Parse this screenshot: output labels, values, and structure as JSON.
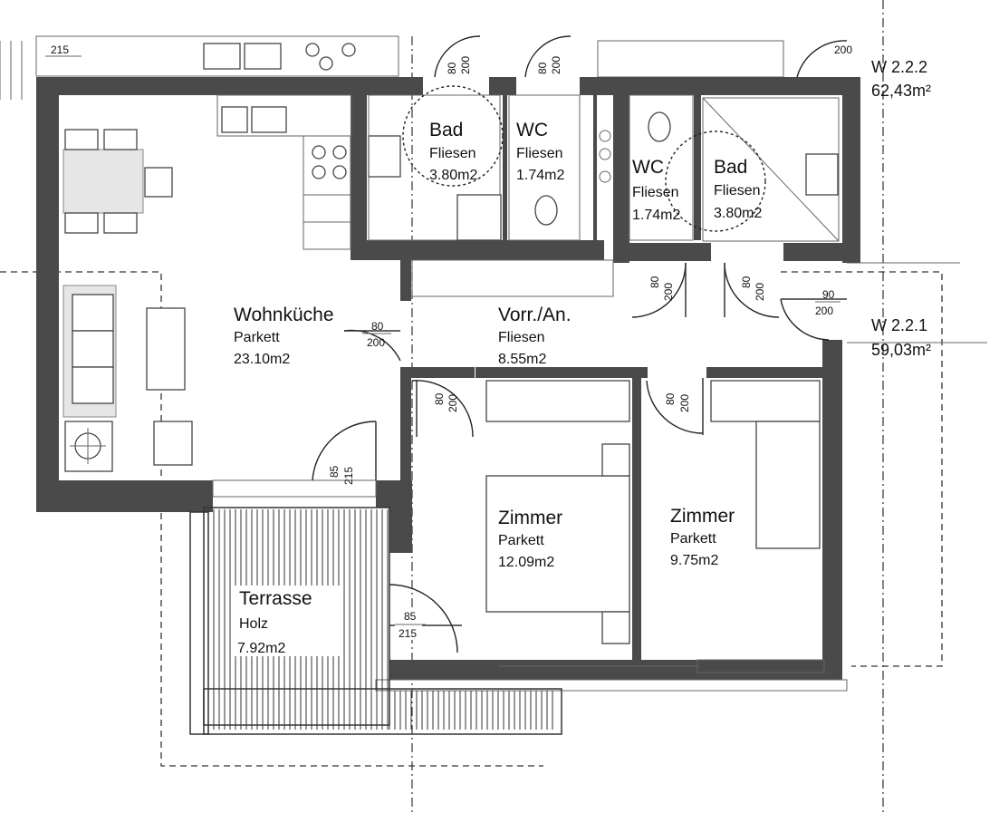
{
  "rooms": [
    {
      "name": "Wohnküche",
      "floor": "Parkett",
      "area": "23.10m2"
    },
    {
      "name": "Vorr./An.",
      "floor": "Fliesen",
      "area": "8.55m2"
    },
    {
      "name": "Bad",
      "floor": "Fliesen",
      "area": "3.80m2"
    },
    {
      "name": "WC",
      "floor": "Fliesen",
      "area": "1.74m2"
    },
    {
      "name": "WC",
      "floor": "Fliesen",
      "area": "1.74m2"
    },
    {
      "name": "Bad",
      "floor": "Fliesen",
      "area": "3.80m2"
    },
    {
      "name": "Zimmer",
      "floor": "Parkett",
      "area": "12.09m2"
    },
    {
      "name": "Zimmer",
      "floor": "Parkett",
      "area": "9.75m2"
    },
    {
      "name": "Terrasse",
      "floor": "Holz",
      "area": "7.92m2"
    }
  ],
  "units": [
    {
      "label": "W 2.2.2",
      "area": "62,43m²"
    },
    {
      "label": "W 2.2.1",
      "area": "59,03m²"
    }
  ],
  "doors": [
    {
      "width": "80",
      "height": "200"
    },
    {
      "width": "80",
      "height": "200"
    },
    {
      "width": "80",
      "height": "200"
    },
    {
      "width": "80",
      "height": "200"
    },
    {
      "width": "80",
      "height": "200"
    },
    {
      "width": "80",
      "height": "200"
    },
    {
      "width": "80",
      "height": "200"
    },
    {
      "width": "90",
      "height": "200"
    },
    {
      "width": "85",
      "height": "215"
    },
    {
      "width": "85",
      "height": "215"
    }
  ],
  "edge_dims": [
    "215",
    "200"
  ]
}
